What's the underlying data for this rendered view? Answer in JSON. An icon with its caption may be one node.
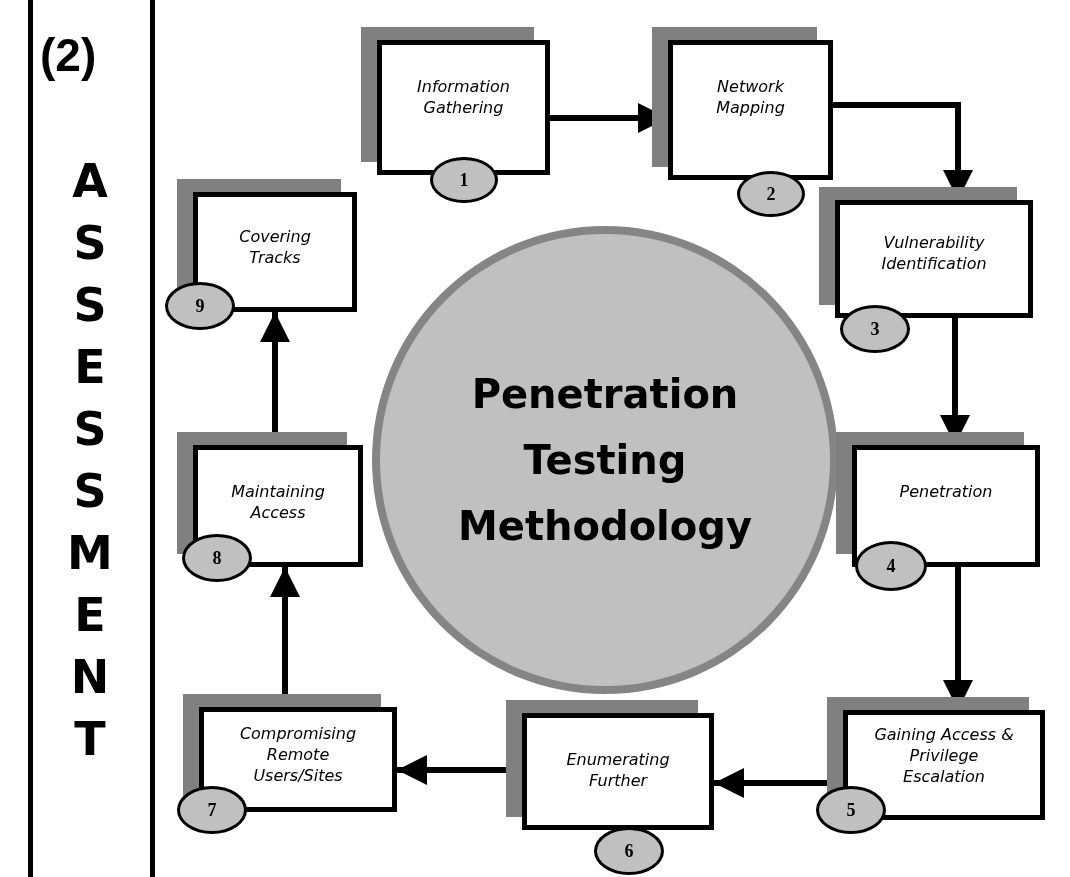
{
  "diagram": {
    "nodes": [
      {
        "text": [
          "Information Gathering"
        ]
      },
      {
        "text": [
          "1"
        ]
      },
      {
        "text": [
          "Network Mapping"
        ]
      },
      {
        "text": [
          "2"
        ]
      },
      {
        "text": [
          "Vulnerability Identification"
        ]
      },
      {
        "text": [
          "3"
        ]
      },
      {
        "text": [
          "Penetration"
        ]
      },
      {
        "text": [
          "4"
        ]
      },
      {
        "text": [
          "Gaining Access & Privilege Escalation"
        ]
      },
      {
        "text": [
          "5"
        ]
      },
      {
        "text": [
          "Enumerating Further"
        ]
      },
      {
        "text": [
          "6"
        ]
      },
      {
        "text": [
          "Compromising Remote Users/Sites"
        ]
      },
      {
        "text": [
          "7"
        ]
      },
      {
        "text": [
          "Maintaining Access"
        ]
      },
      {
        "text": [
          "8"
        ]
      },
      {
        "text": [
          "Covering Tracks"
        ]
      },
      {
        "text": [
          "9"
        ]
      },
      {
        "text": [
          "Penetration Testing Methodology"
        ]
      }
    ],
    "edges": [
      {
        "from": 0,
        "to": 2,
        "arrow": "to"
      },
      {
        "from": 2,
        "to": 4,
        "arrow": "to"
      },
      {
        "from": 4,
        "to": 6,
        "arrow": "to"
      },
      {
        "from": 6,
        "to": 8,
        "arrow": "to"
      },
      {
        "from": 8,
        "to": 10,
        "arrow": "to"
      },
      {
        "from": 10,
        "to": 12,
        "arrow": "to"
      },
      {
        "from": 12,
        "to": 14,
        "arrow": "to"
      },
      {
        "from": 14,
        "to": 16,
        "arrow": "to"
      }
    ],
    "labels": [
      "(2)",
      "ASSESSMENT"
    ]
  }
}
